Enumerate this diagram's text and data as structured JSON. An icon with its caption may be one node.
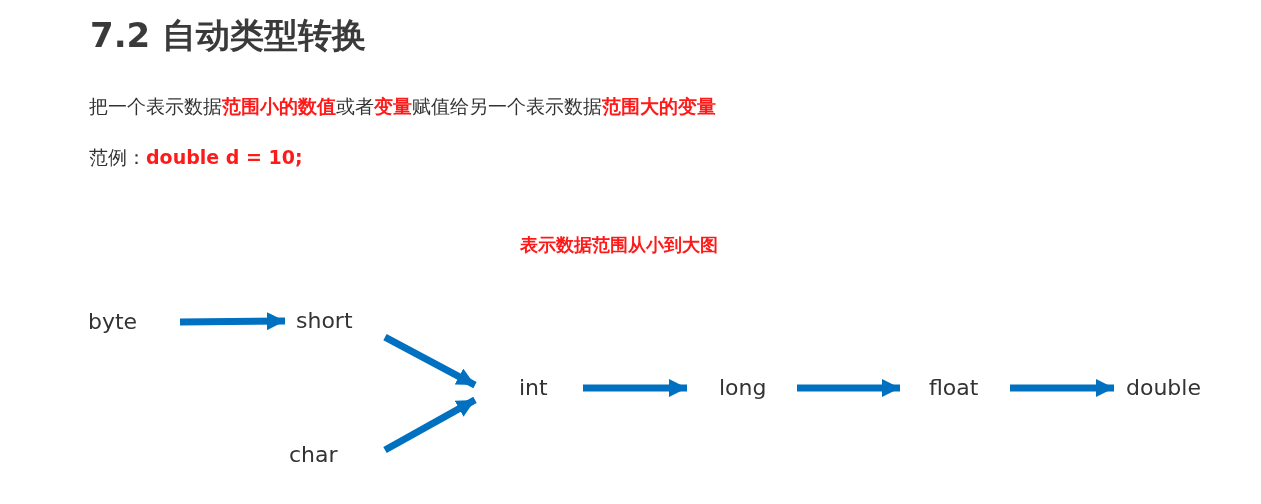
{
  "diagram": {
    "title": "7.2 自动类型转换",
    "nodes": [
      {
        "text": [
          "byte"
        ]
      },
      {
        "text": [
          "short"
        ]
      },
      {
        "text": [
          "char"
        ]
      },
      {
        "text": [
          "int"
        ]
      },
      {
        "text": [
          "long"
        ]
      },
      {
        "text": [
          "float"
        ]
      },
      {
        "text": [
          "double"
        ]
      }
    ],
    "edges": [
      {
        "from": 0,
        "to": 1,
        "arrow": "to"
      },
      {
        "from": 1,
        "to": 3,
        "arrow": "to"
      },
      {
        "from": 2,
        "to": 3,
        "arrow": "to"
      },
      {
        "from": 3,
        "to": 4,
        "arrow": "to"
      },
      {
        "from": 4,
        "to": 5,
        "arrow": "to"
      },
      {
        "from": 5,
        "to": 6,
        "arrow": "to"
      }
    ],
    "labels": [
      "把一个表示数据**范围小的数值**或者**变量**赋值给另一个表示数据**范围大的变量**",
      "范例：**double d = 10;**",
      "表示数据范围从小到大图"
    ]
  }
}
